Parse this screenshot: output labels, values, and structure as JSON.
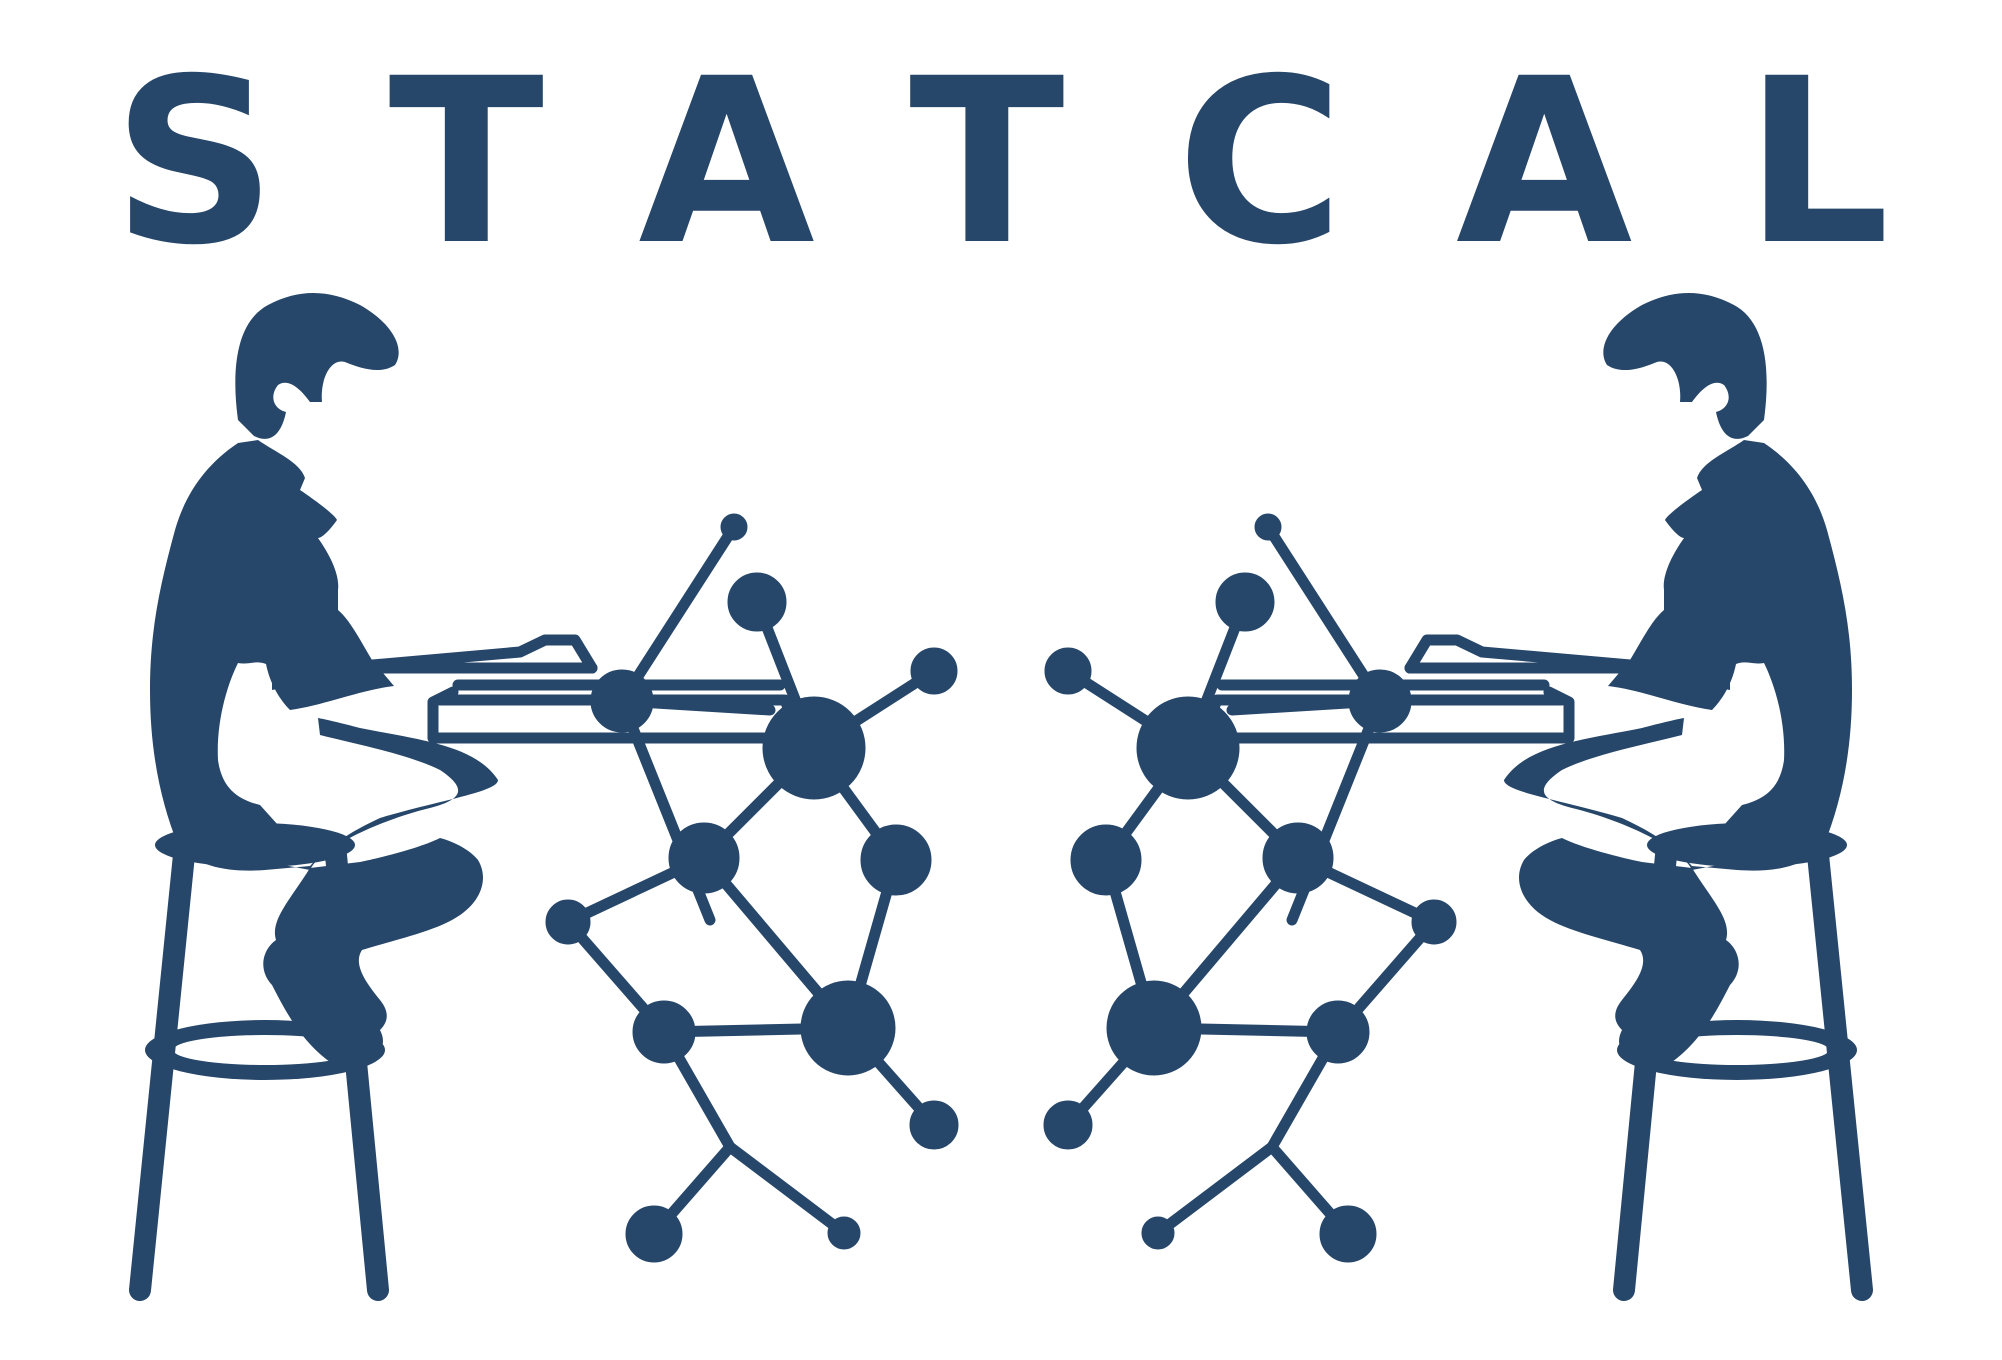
{
  "logo": {
    "title": "STATCAL",
    "color": "#27476a"
  },
  "illustration": {
    "figures": [
      "person-at-laptop-left",
      "person-at-laptop-right"
    ],
    "motif": "molecule-network"
  }
}
